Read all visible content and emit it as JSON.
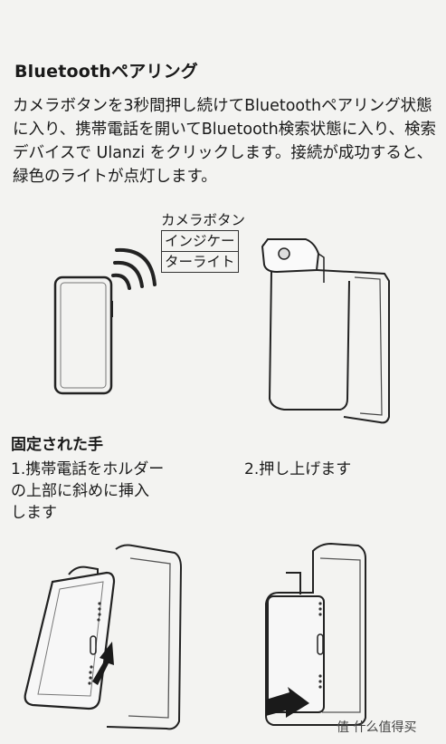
{
  "section_pairing": {
    "heading": "Bluetoothペアリング",
    "paragraph": "カメラボタンを3秒間押し続けてBluetoothペアリング状態に入り、携帯電話を開いてBluetooth検索状態に入り、検索デバイスで Ulanzi をクリックします。接続が成功すると、緑色のライトが点灯します。",
    "callout_lines": [
      "カメラボタン",
      "インジケー",
      "ターライト"
    ]
  },
  "section_fixing": {
    "heading": "固定された手",
    "step1_lines": [
      "1.携帯電話をホルダー",
      "の上部に斜めに挿入",
      "します"
    ],
    "step2": "2.押し上げます"
  },
  "watermark": "值 什么值得买"
}
